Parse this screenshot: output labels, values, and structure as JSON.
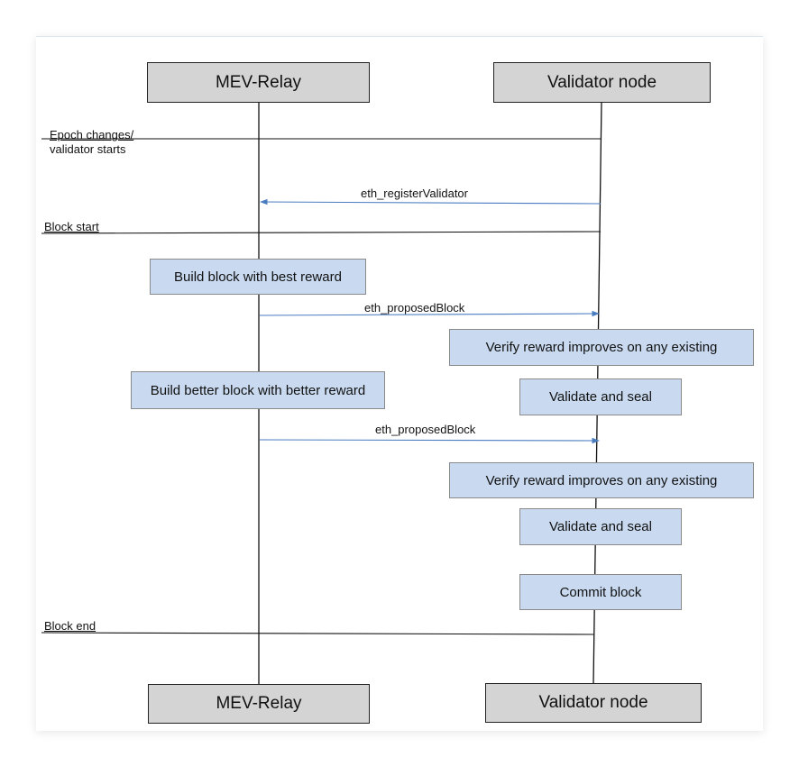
{
  "participants": {
    "relay": "MEV-Relay",
    "validator": "Validator node"
  },
  "events": {
    "epoch_line1": "Epoch changes/",
    "epoch_line2": "validator starts",
    "block_start": "Block start",
    "block_end": "Block end"
  },
  "messages": {
    "register": "eth_registerValidator",
    "proposed_1": "eth_proposedBlock",
    "proposed_2": "eth_proposedBlock"
  },
  "steps": {
    "build_block": "Build block with best reward",
    "verify_1": "Verify reward improves on any existing",
    "build_better": "Build better block with better reward",
    "validate_1": "Validate and seal",
    "verify_2": "Verify reward improves on any existing",
    "validate_2": "Validate and seal",
    "commit": "Commit block"
  },
  "colors": {
    "arrow": "#4a7cc0",
    "process_box": "#c9daf0",
    "header_box": "#d4d4d4"
  }
}
